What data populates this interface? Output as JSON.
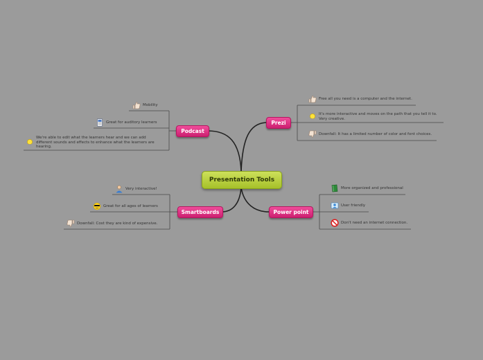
{
  "center": {
    "label": "Presentation Tools"
  },
  "branches": {
    "prezi": {
      "label": "Prezi",
      "items": [
        {
          "text": "Free all you need is a computer and the internet.",
          "icon": "thumbs-up-icon"
        },
        {
          "text": "It's more interactive and moves on the path that you tell it to. Very creative.",
          "icon": "lightbulb-icon"
        },
        {
          "text": "Downfall: It has a limited number of color and font choices.",
          "icon": "thumbs-down-icon"
        }
      ]
    },
    "podcast": {
      "label": "Podcast",
      "items": [
        {
          "text": "Mobility",
          "icon": "thumbs-up-icon"
        },
        {
          "text": "Great for auditory learners",
          "icon": "document-icon"
        },
        {
          "text": "We're able to edit what the learners hear and we can add different sounds and effects to enhance what the learners are hearing.",
          "icon": "lightbulb-icon"
        }
      ]
    },
    "smartboards": {
      "label": "Smartboards",
      "items": [
        {
          "text": "Very interactive!",
          "icon": "person-icon"
        },
        {
          "text": "Great for all ages of learners",
          "icon": "cool-smiley-icon"
        },
        {
          "text": "Downfall: Cost they are kind of expensive.",
          "icon": "thumbs-down-icon"
        }
      ]
    },
    "powerpoint": {
      "label": "Power point",
      "items": [
        {
          "text": "More organized and professional",
          "icon": "book-icon"
        },
        {
          "text": "User friendly",
          "icon": "user-friendly-icon"
        },
        {
          "text": "Don't need an internet connection.",
          "icon": "no-entry-icon"
        }
      ]
    }
  },
  "colors": {
    "background": "#9b9b9b",
    "center_node": "#b9d13a",
    "branch_node": "#e2368a",
    "connector": "#222222",
    "underline": "#4a4a4a"
  }
}
